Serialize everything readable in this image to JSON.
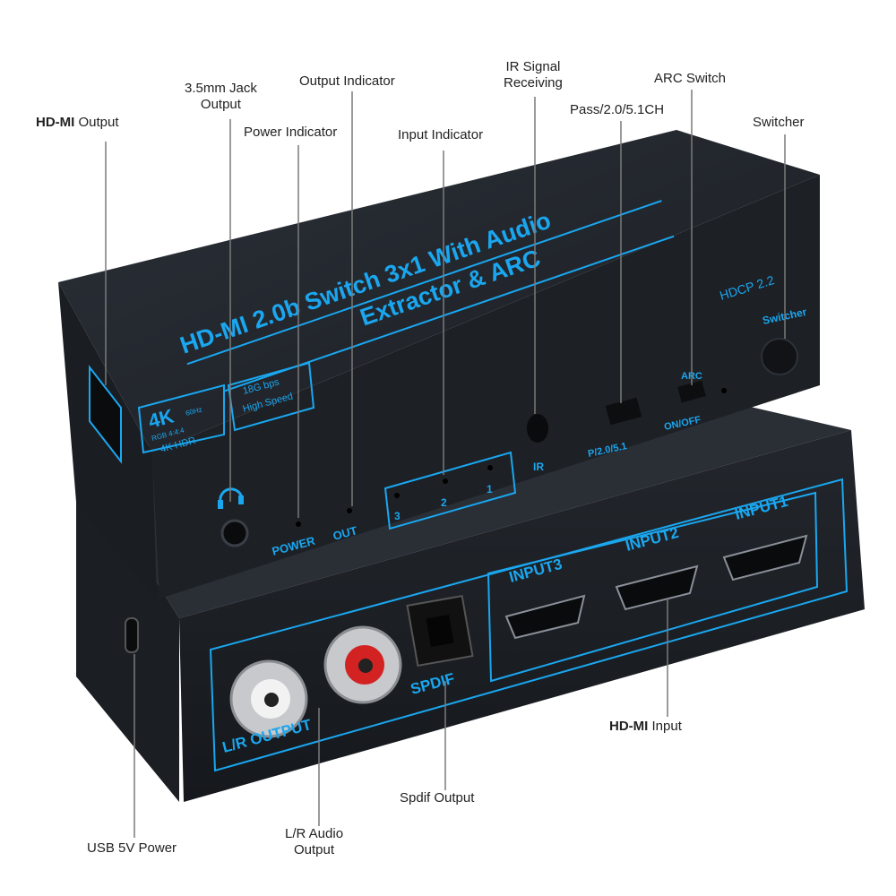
{
  "callouts": {
    "hdmi_output": {
      "bold": "HD-MI",
      "rest": " Output"
    },
    "jack_output": {
      "line1": "3.5mm Jack",
      "line2": "Output"
    },
    "output_indicator": "Output Indicator",
    "power_indicator": "Power Indicator",
    "input_indicator": "Input Indicator",
    "ir_signal": {
      "line1": "IR Signal",
      "line2": "Receiving"
    },
    "pass_mode": "Pass/2.0/5.1CH",
    "arc_switch": "ARC Switch",
    "switcher": "Switcher",
    "hdmi_input": {
      "bold": "HD-MI",
      "rest": " Input"
    },
    "spdif_output": "Spdif Output",
    "lr_audio": {
      "line1": "L/R Audio",
      "line2": "Output"
    },
    "usb_power": "USB 5V Power"
  },
  "device": {
    "title_line1": "HD-MI 2.0b Switch 3x1 With Audio",
    "title_line2": "Extractor & ARC",
    "hdcp": "HDCP 2.2",
    "switcher_label": "Switcher",
    "badge_4k": "4K",
    "badge_60hz": "60Hz",
    "badge_rgb": "RGB 4:4:4",
    "badge_hdr": "4K  HDR",
    "badge_speed1": "18G bps",
    "badge_speed2": "High Speed",
    "label_power": "POWER",
    "label_out": "OUT",
    "indicator_1": "1",
    "indicator_2": "2",
    "indicator_3": "3",
    "label_ir": "IR",
    "label_mode": "P/2.0/5.1",
    "label_arc": "ARC",
    "label_onoff": "ON/OFF",
    "input1": "INPUT1",
    "input2": "INPUT2",
    "input3": "INPUT3",
    "spdif": "SPDIF",
    "lr_output": "L/R OUTPUT"
  },
  "colors": {
    "accent": "#1aa7f0",
    "body": "#1f2329",
    "rca_red": "#d22222"
  }
}
